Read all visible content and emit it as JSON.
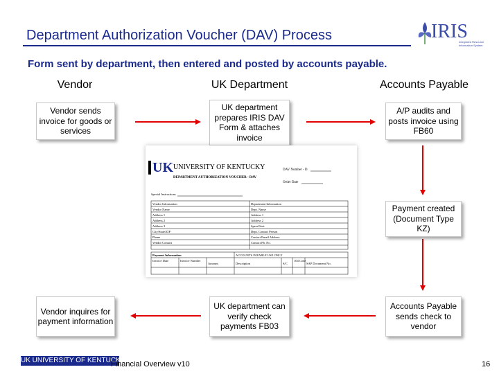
{
  "title": "Department Authorization Voucher (DAV) Process",
  "subtitle": "Form sent by department, then entered and posted by accounts payable.",
  "logo": {
    "word": "IRIS",
    "sub": "Integrated Resource Information System"
  },
  "columns": {
    "vendor": "Vendor",
    "dept": "UK Department",
    "ap": "Accounts Payable"
  },
  "boxes": {
    "vendor_sends": "Vendor sends invoice for goods or services",
    "dept_prepares": "UK department prepares IRIS DAV Form & attaches invoice",
    "ap_audits": "A/P audits and posts invoice using FB60",
    "payment_created": "Payment created (Document Type KZ)",
    "vendor_inquires": "Vendor inquires for payment information",
    "dept_verify": "UK department can verify check payments FB03",
    "ap_sends_check": "Accounts Payable sends check to vendor"
  },
  "form": {
    "uk": "UK",
    "university": "UNIVERSITY OF KENTUCKY",
    "form_title": "DEPARTMENT AUTHORIZATION VOUCHER - DAV",
    "dav_number": "DAV Number - D",
    "date": "Order Date",
    "special": "Special Instructions",
    "vendor_info": "Vendor Information",
    "dept_info": "Department Information",
    "vendor_rows": [
      "Vendor Name",
      "Address 1",
      "Address 2",
      "Address 3",
      "City/State/ZIP",
      "Phone",
      "Vendor Contact"
    ],
    "dept_rows": [
      "Dept. Name",
      "Address 1",
      "Address 2",
      "Speed Sort",
      "Dept. Contact Person",
      "Contact Email Address",
      "Contact Ph. No."
    ],
    "payment_info": "Payment Information",
    "ap_use": "ACCOUNTS PAYABLE USE ONLY",
    "pay_cols": [
      "Invoice Date",
      "Invoice Number",
      "Amount",
      "Description",
      "S/C",
      "104 Code",
      "SAP Document No."
    ]
  },
  "footer": {
    "logo_text": "UK UNIVERSITY OF KENTUCKY",
    "text": "Financial Overview v10",
    "page": "16"
  }
}
